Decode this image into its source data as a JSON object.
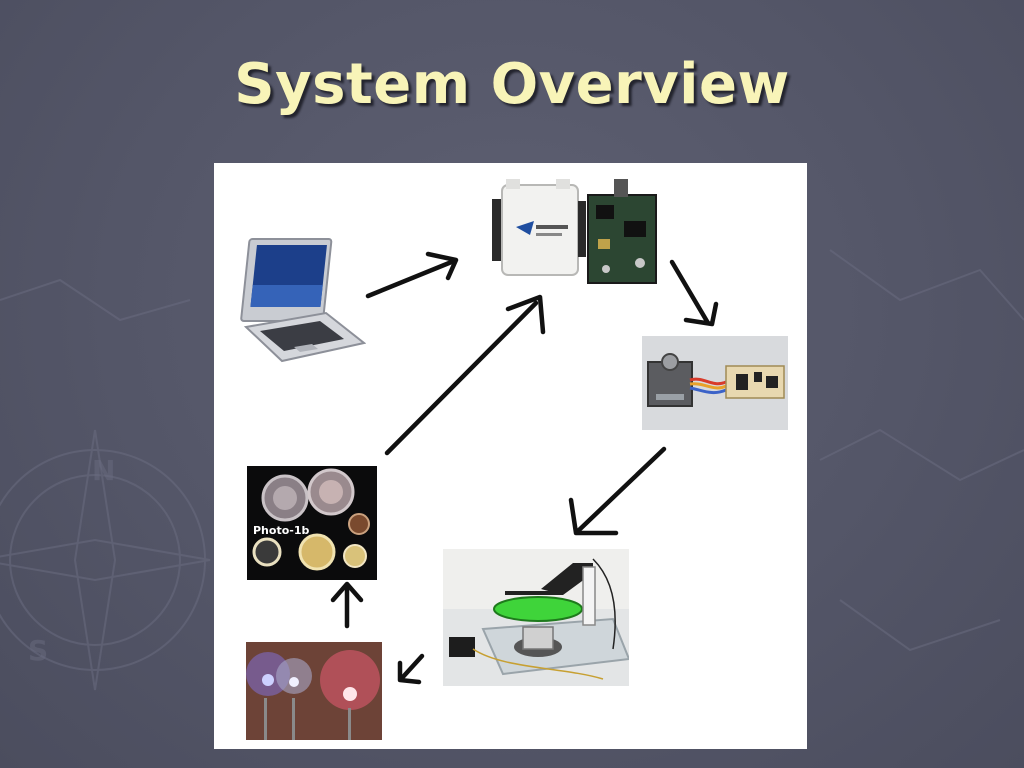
{
  "slide": {
    "title": "System Overview"
  },
  "diagram": {
    "nodes": [
      {
        "id": "laptop",
        "depicts": "laptop-computer"
      },
      {
        "id": "daq",
        "depicts": "data-acquisition-device-and-circuit-board"
      },
      {
        "id": "stepper",
        "depicts": "stepper-motor-with-driver-board"
      },
      {
        "id": "rotation-stage",
        "depicts": "rotating-platform-apparatus"
      },
      {
        "id": "leds",
        "depicts": "light-emitting-diodes"
      },
      {
        "id": "photodetectors",
        "depicts": "photo-sensors",
        "photo_label": "Photo-1b"
      }
    ],
    "arrows": [
      {
        "from": "laptop",
        "to": "daq"
      },
      {
        "from": "daq",
        "to": "stepper"
      },
      {
        "from": "stepper",
        "to": "rotation-stage"
      },
      {
        "from": "rotation-stage",
        "to": "leds"
      },
      {
        "from": "leds",
        "to": "photodetectors"
      },
      {
        "from": "photodetectors",
        "to": "daq"
      }
    ]
  },
  "colors": {
    "background": "#545668",
    "title": "#f8f4b8",
    "panel": "#ffffff",
    "arrow": "#111111",
    "accent_green": "#3fd43a"
  }
}
